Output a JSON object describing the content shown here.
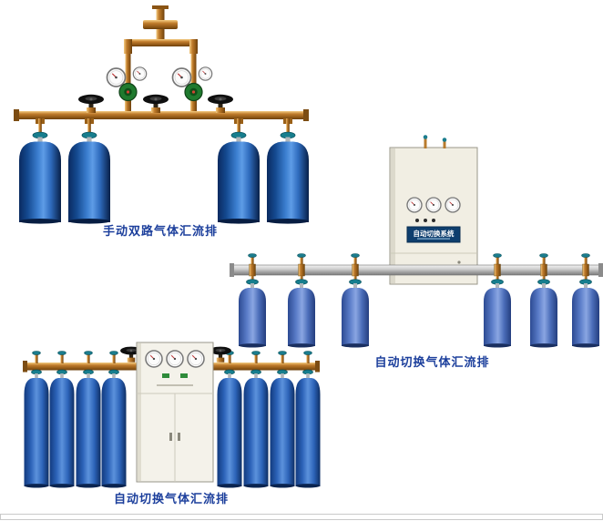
{
  "page": {
    "background": "#ffffff",
    "footer_rule_color": "#c9c9c9"
  },
  "colors": {
    "caption_text": "#1c3f9c",
    "brass_pipe": "#b5722a",
    "silver_pipe": "#c0c0c0",
    "cylinder_blue_dark": "#1a5cb8",
    "cylinder_blue_light": "#5a7cc8",
    "valve_knob_teal": "#177e8e",
    "handwheel_black": "#0f0f0f",
    "regulator_green": "#1f7a2e",
    "cabinet_body": "#f1eee3",
    "cabinet_label_plate": "#0e3e6e"
  },
  "products": [
    {
      "id": "manual-dual-manifold",
      "caption": "手动双路气体汇流排",
      "cylinder_count": 4
    },
    {
      "id": "auto-switch-manifold-wall-cabinet",
      "caption": "自动切换气体汇流排",
      "cabinet_label": "自动切换系统",
      "cylinder_count": 6
    },
    {
      "id": "auto-switch-manifold-floor-cabinet",
      "caption": "自动切换气体汇流排",
      "cylinder_count": 8
    }
  ]
}
